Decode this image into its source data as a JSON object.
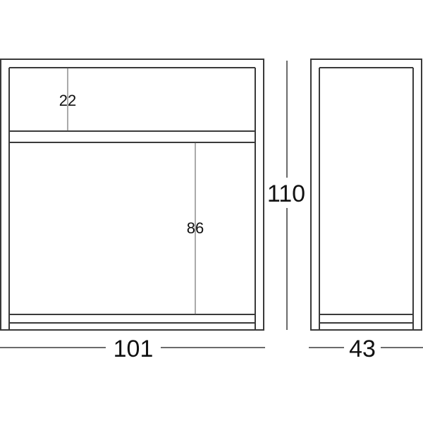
{
  "dimensions": {
    "front_width": "101",
    "total_height": "110",
    "depth": "43",
    "top_compartment_height": "22",
    "bottom_compartment_height": "86"
  }
}
